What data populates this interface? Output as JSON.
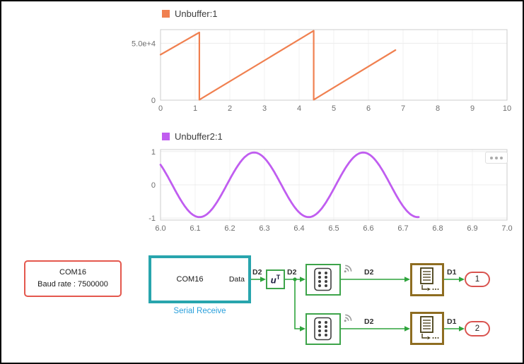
{
  "charts": [
    {
      "legend": "Unbuffer:1",
      "color": "#f08050",
      "type": "line",
      "xlim": [
        0,
        10
      ],
      "ylim": [
        0,
        62000
      ],
      "xticks": [
        0,
        1,
        2,
        3,
        4,
        5,
        6,
        7,
        8,
        9,
        10
      ],
      "xtick_labels": [
        "0",
        "1",
        "2",
        "3",
        "4",
        "5",
        "6",
        "7",
        "8",
        "9",
        "10"
      ],
      "yticks": [
        0,
        50000
      ],
      "ytick_labels": [
        "0",
        "5.0e+4"
      ],
      "points": [
        [
          0,
          40000
        ],
        [
          1.12,
          59500
        ],
        [
          1.12,
          400
        ],
        [
          4.42,
          61000
        ],
        [
          4.42,
          400
        ],
        [
          6.78,
          44000
        ]
      ]
    },
    {
      "legend": "Unbuffer2:1",
      "color": "#c05df0",
      "type": "line",
      "xlim": [
        6,
        7
      ],
      "ylim": [
        -1.06,
        1.06
      ],
      "xticks": [
        6,
        6.1,
        6.2,
        6.3,
        6.4,
        6.5,
        6.6,
        6.7,
        6.8,
        6.9,
        7
      ],
      "xtick_labels": [
        "6.0",
        "6.1",
        "6.2",
        "6.3",
        "6.4",
        "6.5",
        "6.6",
        "6.7",
        "6.8",
        "6.9",
        "7.0"
      ],
      "yticks": [
        -1,
        0,
        1
      ],
      "ytick_labels": [
        "-1",
        "0",
        "1"
      ],
      "signal": {
        "kind": "sine",
        "amplitude": 0.97,
        "period": 0.315,
        "x_peak": 6.27,
        "x_start": 6.0,
        "x_end": 6.745
      }
    }
  ],
  "options_button": {
    "icon": "ellipsis"
  },
  "diagram": {
    "config_block": {
      "lines": [
        "COM16",
        "Baud rate : 7500000"
      ]
    },
    "serial_block": {
      "title": "COM16",
      "port": "Data",
      "caption": "Serial Receive"
    },
    "transpose_block": {
      "base": "u",
      "sup": "T"
    },
    "wire_labels": {
      "serial_out": "D2",
      "transpose_out": "D2",
      "pack1_out": "D2",
      "pack2_out": "D2",
      "write1_out": "D1",
      "write2_out": "D1"
    },
    "outports": {
      "out1": "1",
      "out2": "2"
    },
    "colors": {
      "wire": "#2ea43c",
      "serial_border": "#28a5ad",
      "config_border": "#e4574d",
      "green_border": "#3da44a",
      "brown_border": "#8e6d21",
      "outport_border": "#d9534f",
      "caption_text": "#2aa0dc"
    }
  }
}
